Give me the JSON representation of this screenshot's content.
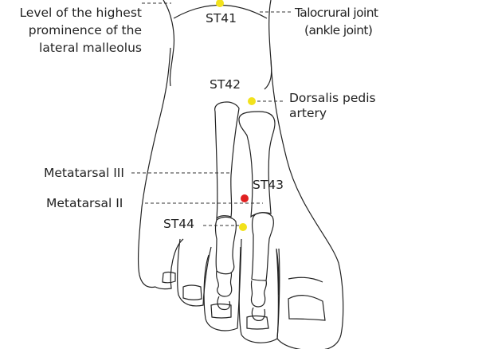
{
  "title": "Foot acupuncture points ST41-ST44",
  "labels": {
    "malleolus": [
      "Level of the highest",
      "prominence of the",
      "lateral malleolus"
    ],
    "talocrural": [
      "Talocrural joint",
      "(ankle joint)"
    ],
    "dorsalis": [
      "Dorsalis pedis",
      "artery"
    ],
    "metatarsal3": "Metatarsal III",
    "metatarsal2": "Metatarsal II"
  },
  "points": [
    {
      "name": "ST41",
      "color": "#f2e21c"
    },
    {
      "name": "ST42",
      "color": "#f2e21c"
    },
    {
      "name": "ST43",
      "color": "#e02020"
    },
    {
      "name": "ST44",
      "color": "#f2e21c"
    }
  ]
}
